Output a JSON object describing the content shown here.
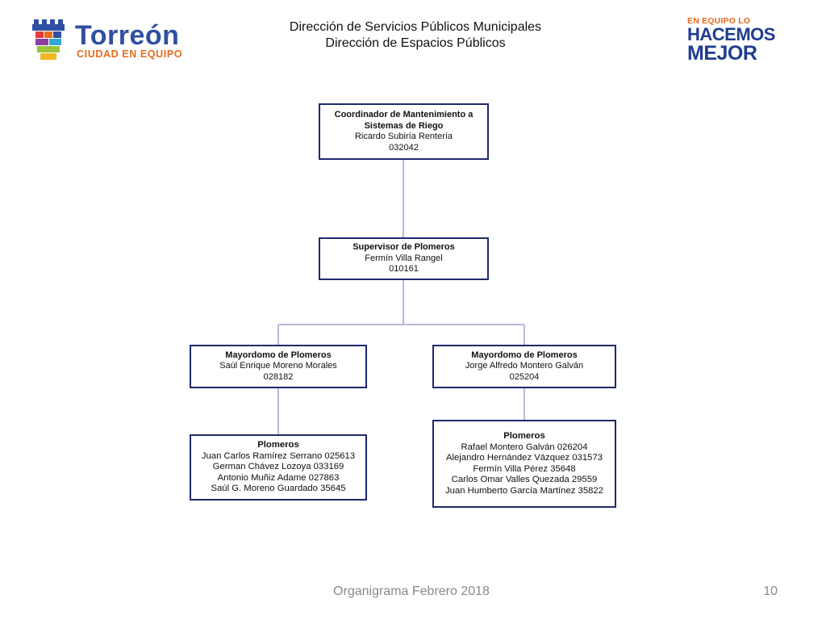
{
  "header": {
    "line1": "Dirección de Servicios Públicos Municipales",
    "line2": "Dirección de Espacios Públicos"
  },
  "logo_left": {
    "wordmark": "Torreón",
    "tagline": "CIUDAD EN EQUIPO"
  },
  "logo_right": {
    "line1": "EN EQUIPO LO",
    "line2": "HACEMOS",
    "line3": "MEJOR"
  },
  "org": {
    "coordinador": {
      "title": "Coordinador de Mantenimiento a Sistemas de Riego",
      "name": "Ricardo Subiría Rentería",
      "id": "032042"
    },
    "supervisor": {
      "title": "Supervisor de Plomeros",
      "name": "Fermín Villa Rangel",
      "id": "010161"
    },
    "mayordomo_left": {
      "title": "Mayordomo de Plomeros",
      "name": "Saúl Enrique Moreno Morales",
      "id": "028182"
    },
    "mayordomo_right": {
      "title": "Mayordomo de Plomeros",
      "name": "Jorge Alfredo Montero Galván",
      "id": "025204"
    },
    "plomeros_left": {
      "title": "Plomeros",
      "members": [
        "Juan Carlos Ramírez Serrano  025613",
        "German Chávez Lozoya   033169",
        "Antonio Muñiz Adame   027863",
        "Saúl G. Moreno Guardado  35645"
      ]
    },
    "plomeros_right": {
      "title": "Plomeros",
      "members": [
        "Rafael Montero Galván   026204",
        "Alejandro Hernández Vázquez   031573",
        "Fermín Villa Pérez   35648",
        "Carlos Omar Valles Quezada 29559",
        "Juan Humberto  García Martínez 35822"
      ]
    }
  },
  "footer": {
    "title": "Organigrama Febrero 2018",
    "page": "10"
  },
  "colors": {
    "box_border": "#1f2a6b",
    "connector": "#b7bcd9",
    "brand_blue": "#2f4fa2",
    "brand_orange": "#e86a1c"
  }
}
